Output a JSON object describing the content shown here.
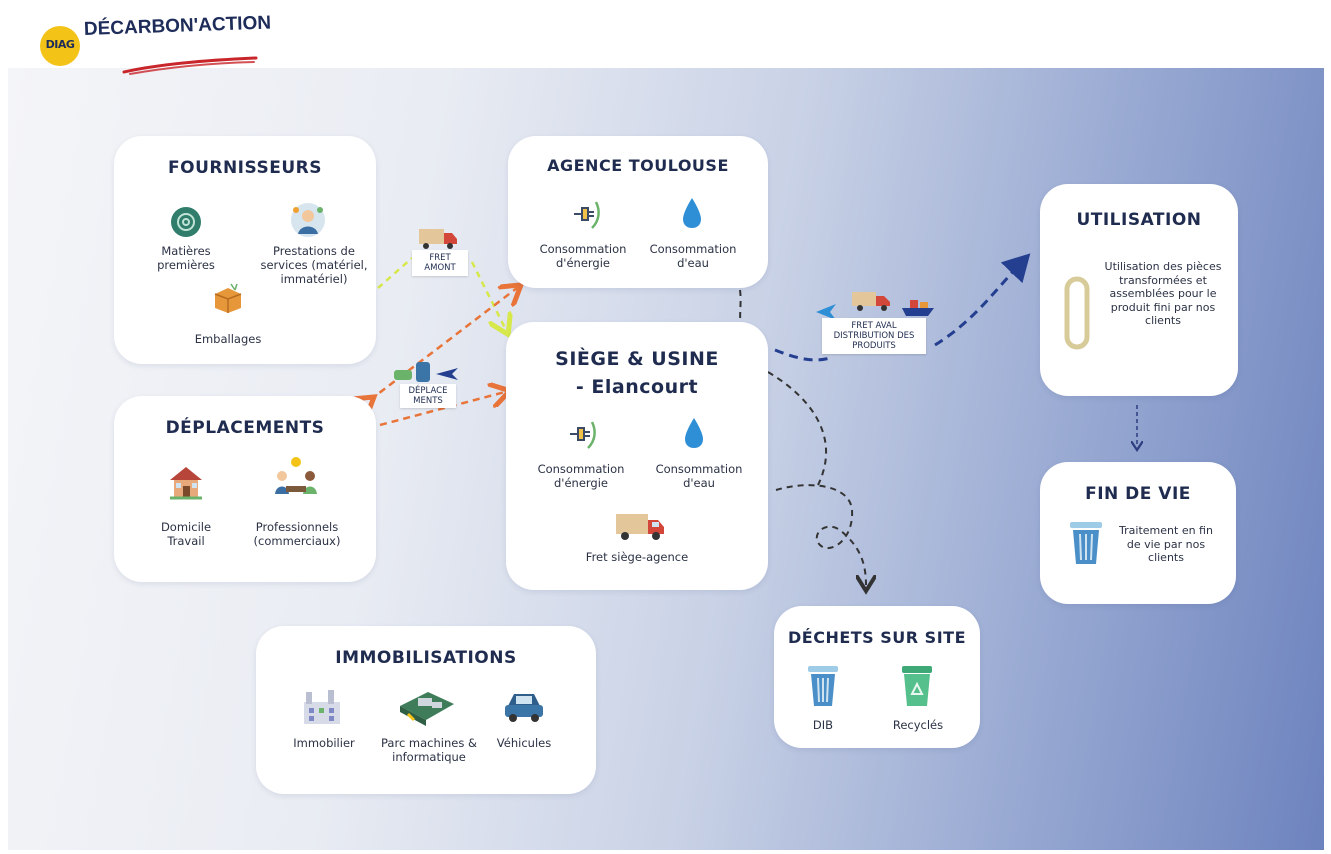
{
  "logo": {
    "badge": "DIAG",
    "brand": "DÉCARBON'ACTION",
    "colors": {
      "badge": "#f3c318",
      "text": "#1e2c5a",
      "underline": "#c8262b"
    }
  },
  "fournisseurs": {
    "title": "FOURNISSEURS",
    "items": [
      "Matières premières",
      "Prestations de services (matériel, immatériel)",
      "Emballages"
    ]
  },
  "agence": {
    "title": "AGENCE TOULOUSE",
    "items": [
      "Consommation d'énergie",
      "Consommation d'eau"
    ]
  },
  "siege": {
    "title_line1": "SIÈGE & USINE",
    "title_line2": "- Elancourt",
    "items": [
      "Consommation d'énergie",
      "Consommation d'eau",
      "Fret siège-agence"
    ]
  },
  "deplacements": {
    "title": "DÉPLACEMENTS",
    "items": [
      "Domicile Travail",
      "Professionnels (commerciaux)"
    ]
  },
  "immobilisations": {
    "title": "IMMOBILISATIONS",
    "items": [
      "Immobilier",
      "Parc machines & informatique",
      "Véhicules"
    ]
  },
  "utilisation": {
    "title": "UTILISATION",
    "text": "Utilisation des pièces transformées et assemblées pour le produit fini par nos clients"
  },
  "fin_de_vie": {
    "title": "FIN DE VIE",
    "text": "Traitement en fin de vie par nos clients"
  },
  "dechets": {
    "title": "DÉCHETS SUR SITE",
    "items": [
      "DIB",
      "Recyclés"
    ]
  },
  "tags": {
    "fret_amont": "FRET AMONT",
    "deplacements": "DÉPLACE MENTS",
    "fret_aval": "FRET AVAL DISTRIBUTION DES PRODUITS"
  },
  "colors": {
    "arrow_yellow": "#d6e84a",
    "arrow_orange": "#e8743a",
    "arrow_navy": "#243f8f",
    "arrow_dark": "#333333"
  }
}
